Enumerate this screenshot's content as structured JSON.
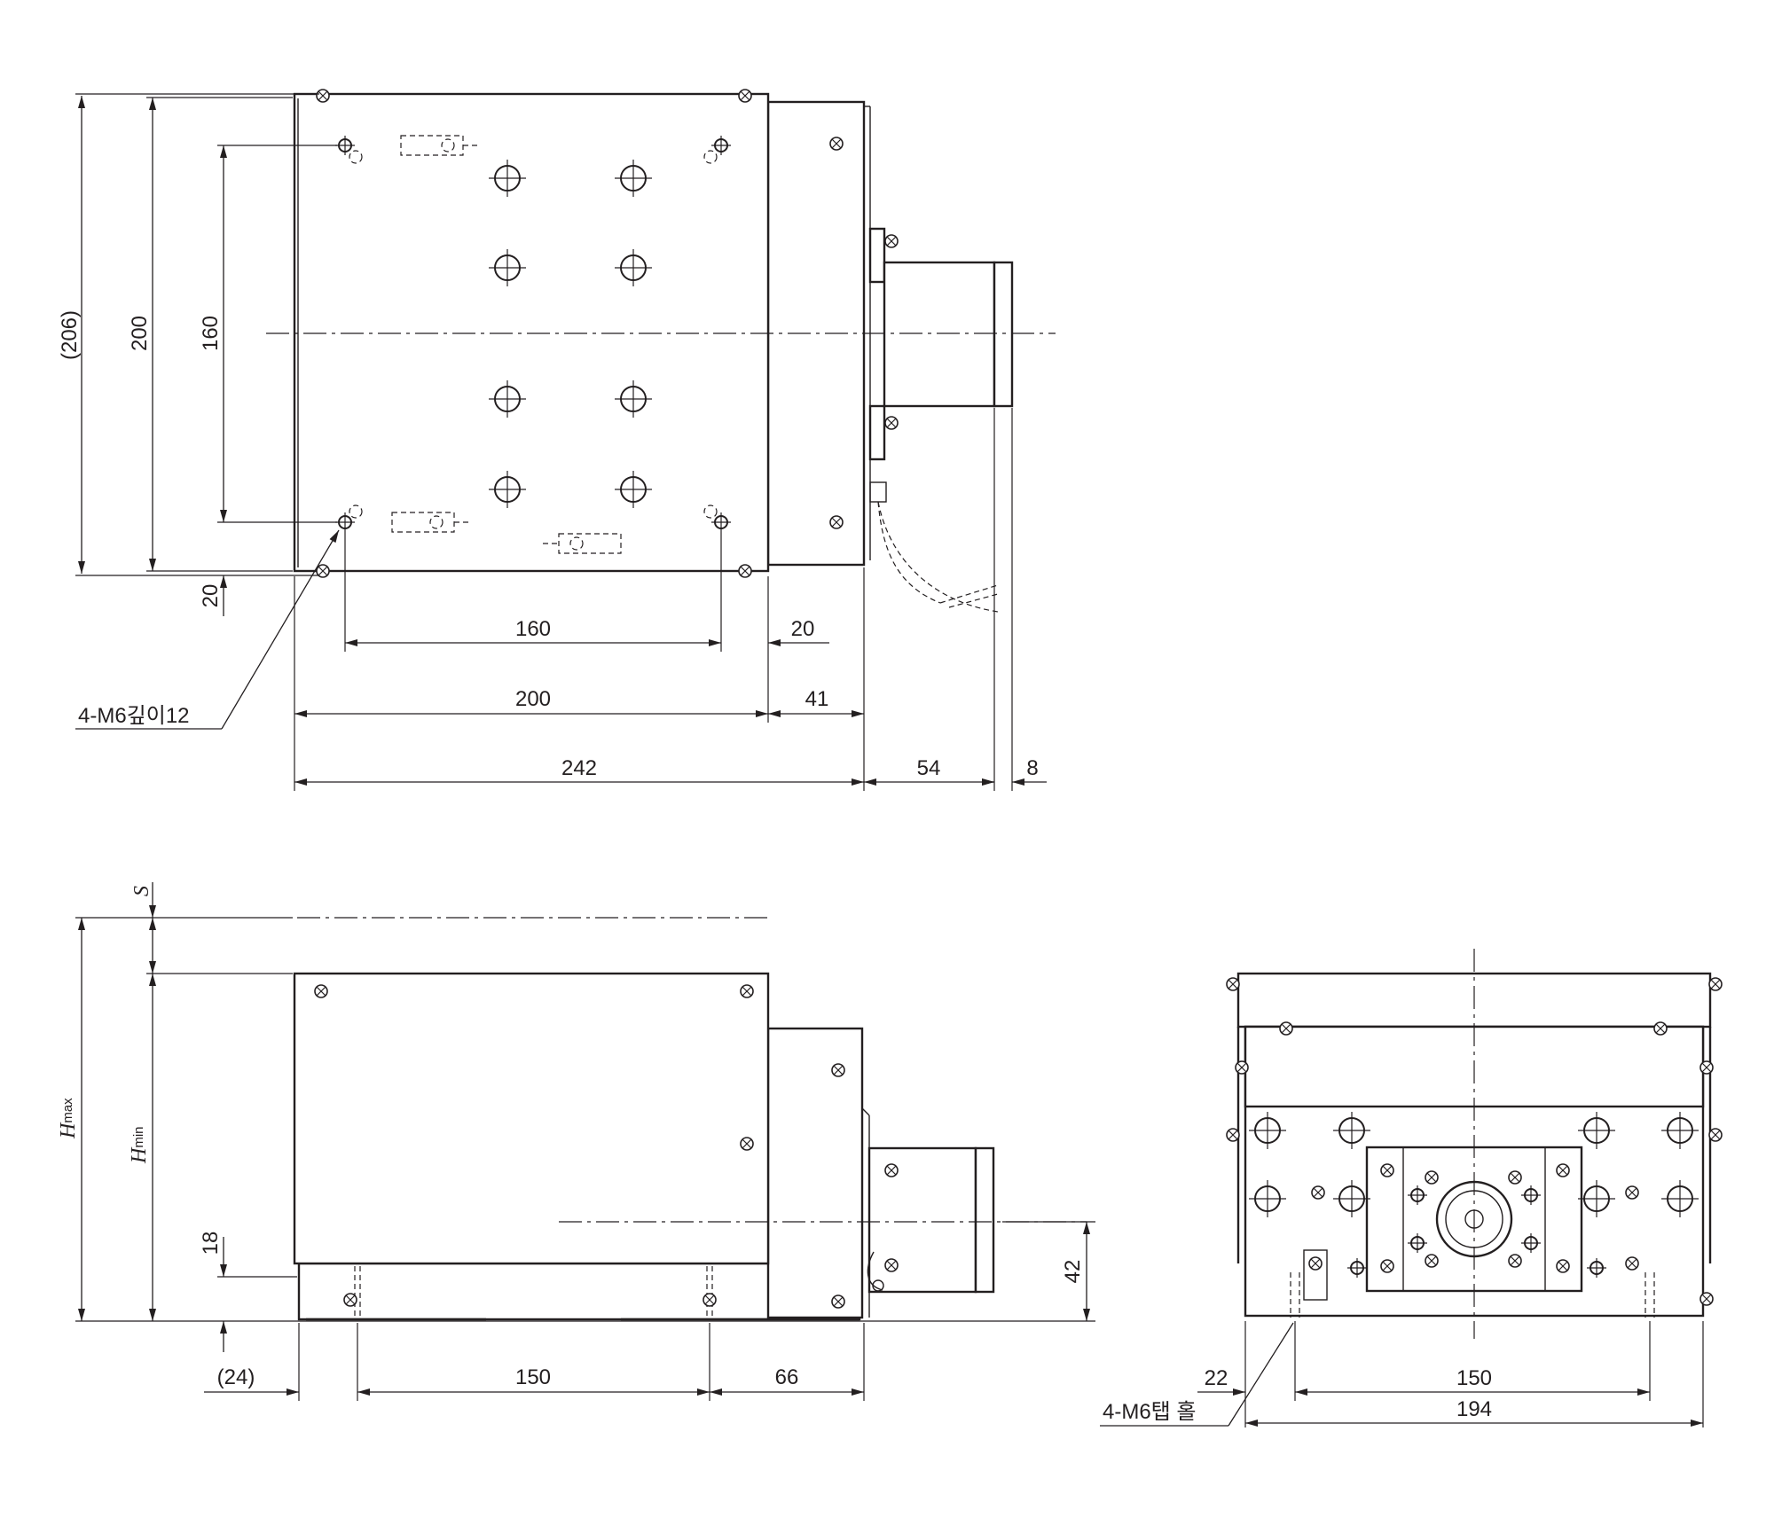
{
  "top_view": {
    "dims": {
      "overall_ref": "(206)",
      "table_y": "200",
      "holes_y": "160",
      "edge_y": "20",
      "holes_x": "160",
      "edge_x": "20",
      "table_x": "200",
      "housing_x": "41",
      "body_x": "242",
      "motor_x": "54",
      "cap_x": "8"
    },
    "callout": "4-M6깊이12"
  },
  "front_view": {
    "dims": {
      "stroke_symbol": "S",
      "hmax_symbol": "H",
      "hmax_sub": "max",
      "hmin_symbol": "H",
      "hmin_sub": "min",
      "base_h": "18",
      "axis_h": "42",
      "overhang": "(24)",
      "pitch": "150",
      "rear": "66"
    }
  },
  "side_view": {
    "dims": {
      "offset": "22",
      "pitch": "150",
      "width": "194"
    },
    "callout": "4-M6탭 홀"
  }
}
